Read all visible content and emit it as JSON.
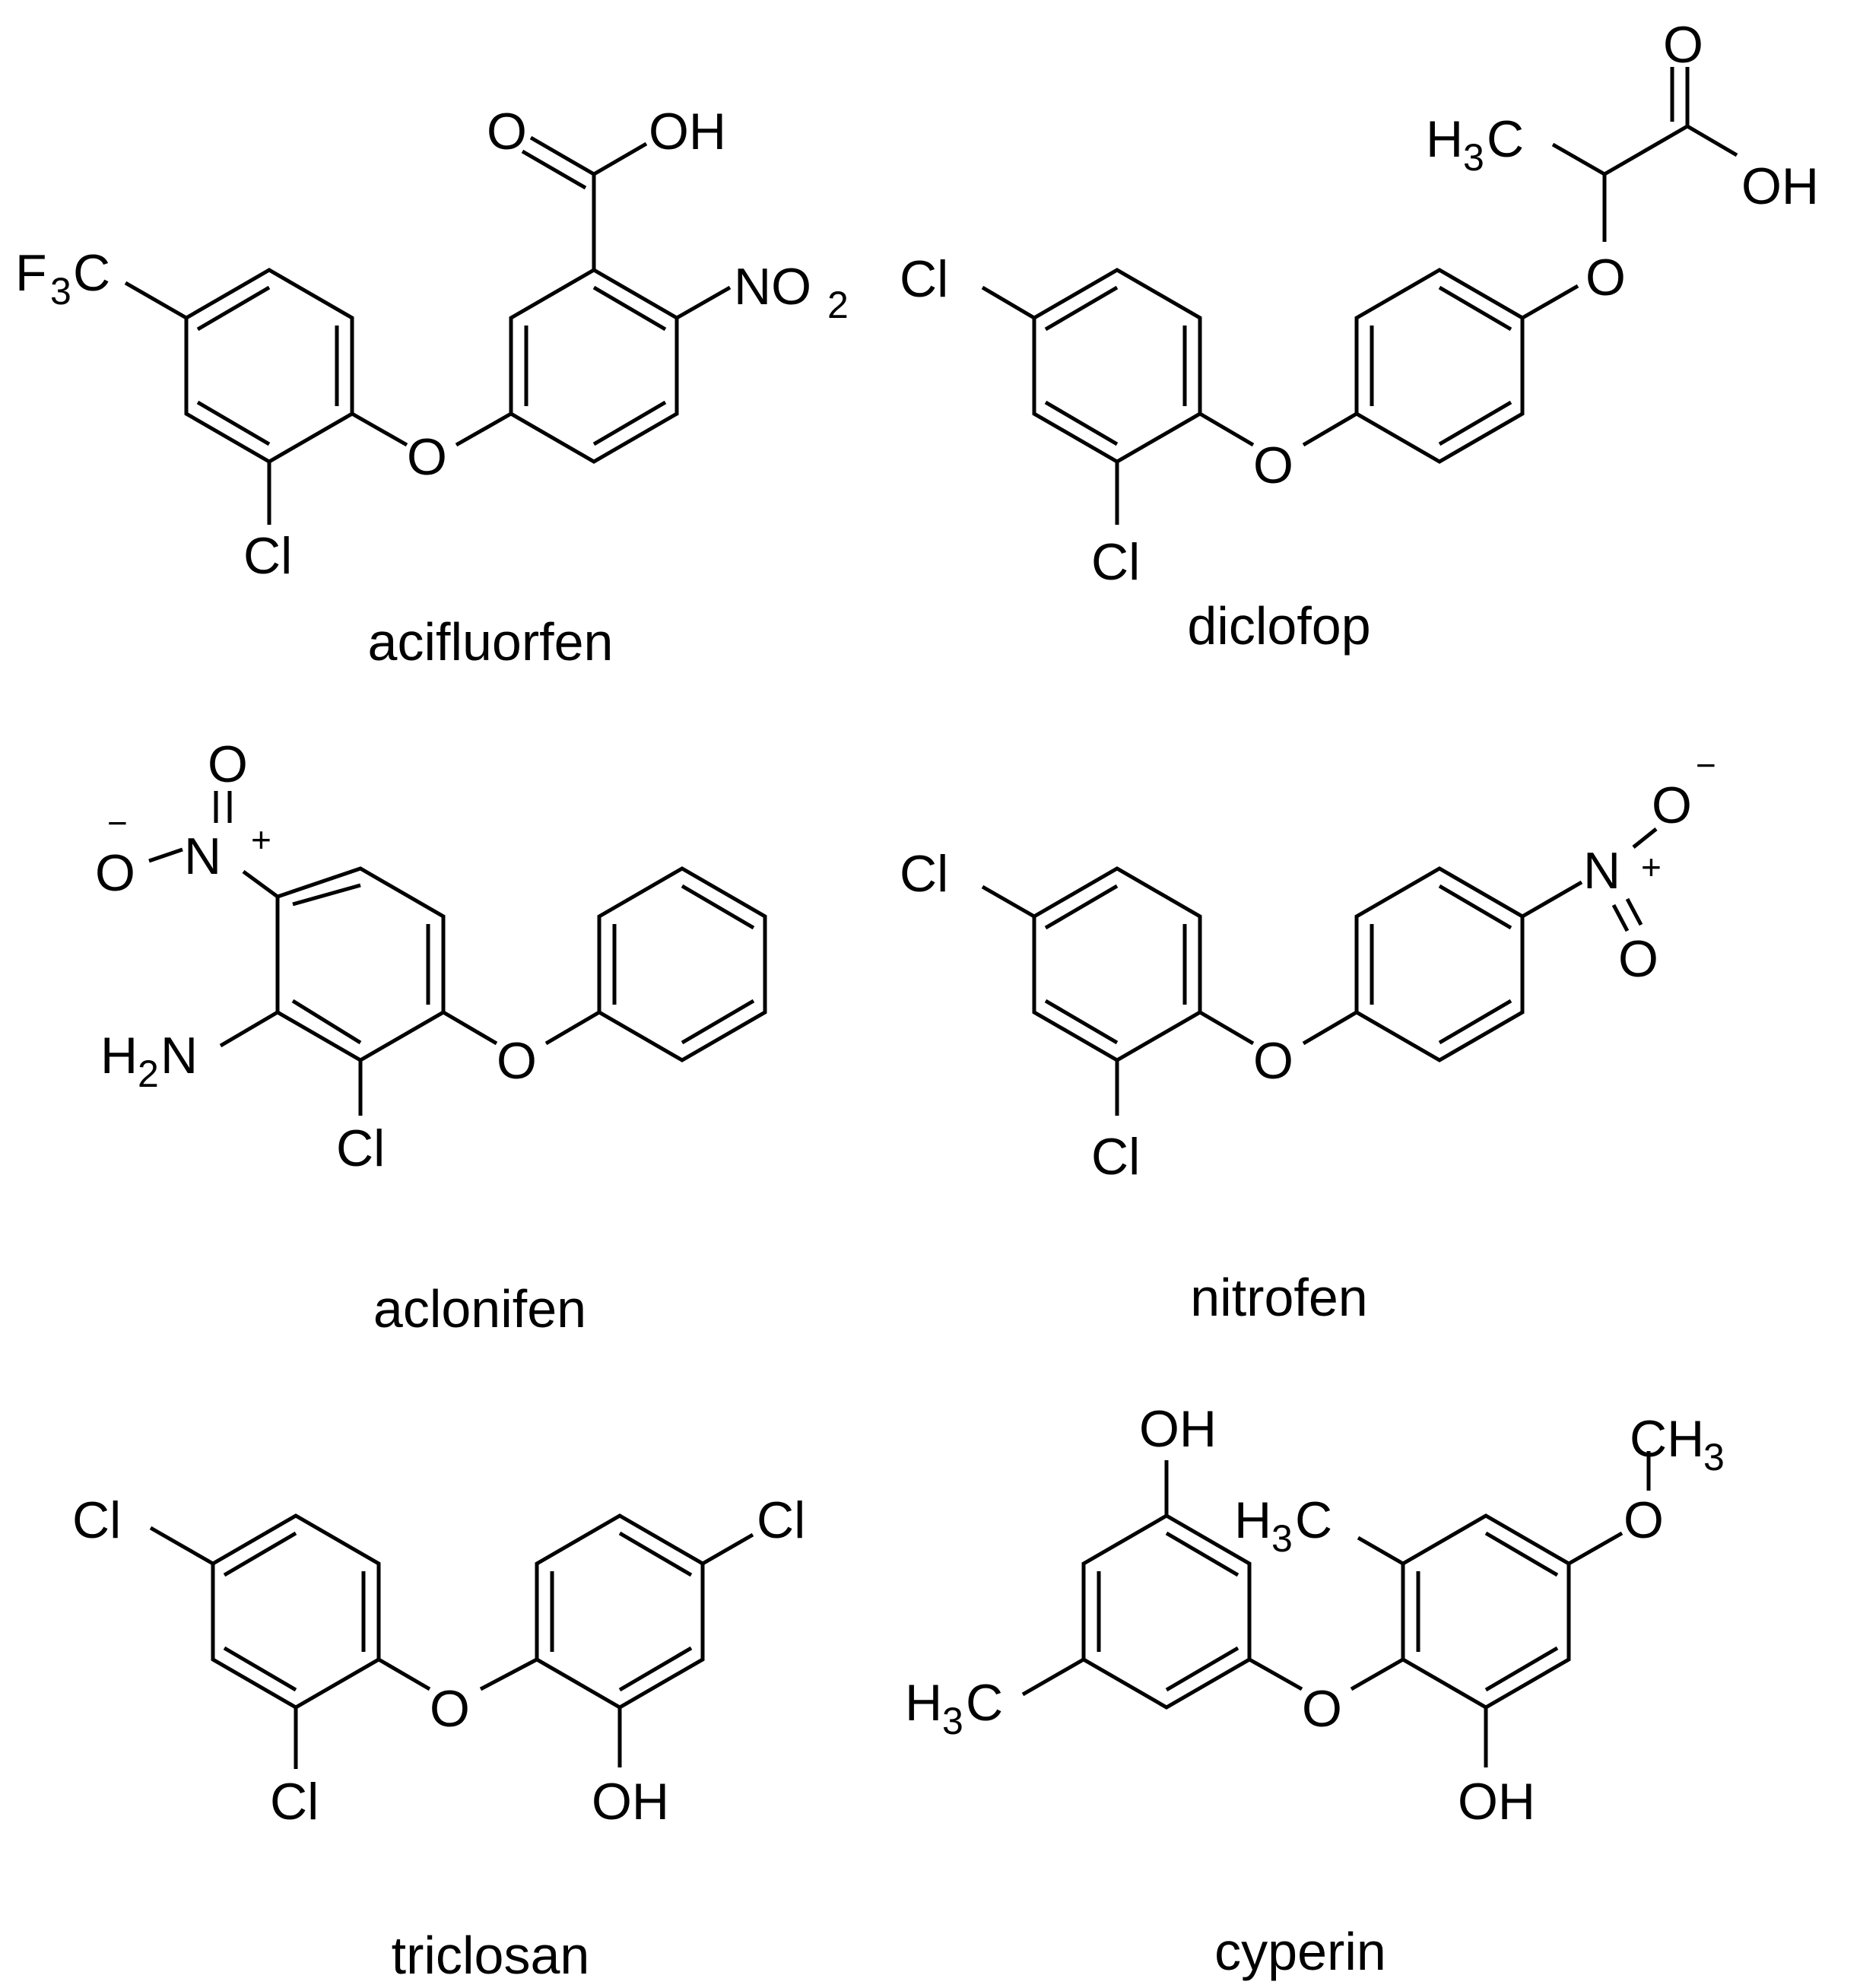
{
  "molecules": [
    {
      "name": "acifluorfen",
      "labels": {
        "cf3_F": "F",
        "cf3_sub": "3",
        "cf3_C": "C",
        "cl": "Cl",
        "o_ether": "O",
        "o_carbonyl": "O",
        "oh": "OH",
        "nitro_N": "NO",
        "nitro_sub": "2"
      }
    },
    {
      "name": "diclofop",
      "labels": {
        "cl_top": "Cl",
        "cl_bottom": "Cl",
        "o_ether1": "O",
        "o_ether2": "O",
        "h3c_H": "H",
        "h3c_sub": "3",
        "h3c_C": "C",
        "o_carbonyl": "O",
        "oh": "OH"
      }
    },
    {
      "name": "aclonifen",
      "labels": {
        "o_top": "O",
        "o_left": "O",
        "minus": "−",
        "n": "N",
        "plus": "+",
        "h2n_H": "H",
        "h2n_sub": "2",
        "h2n_N": "N",
        "cl": "Cl",
        "o_ether": "O"
      }
    },
    {
      "name": "nitrofen",
      "labels": {
        "cl_top": "Cl",
        "cl_bottom": "Cl",
        "o_ether": "O",
        "n": "N",
        "plus": "+",
        "o_top": "O",
        "minus": "−",
        "o_bottom": "O"
      }
    },
    {
      "name": "triclosan",
      "labels": {
        "cl_left": "Cl",
        "cl_right": "Cl",
        "cl_bottom": "Cl",
        "o_ether": "O",
        "oh": "OH"
      }
    },
    {
      "name": "cyperin",
      "labels": {
        "oh_top": "OH",
        "h3c_left_H": "H",
        "h3c_left_sub": "3",
        "h3c_left_C": "C",
        "o_ether": "O",
        "h3c_mid_H": "H",
        "h3c_mid_sub": "3",
        "h3c_mid_C": "C",
        "o_methoxy": "O",
        "ch3_C": "CH",
        "ch3_sub": "3",
        "oh_bottom": "OH"
      }
    }
  ]
}
